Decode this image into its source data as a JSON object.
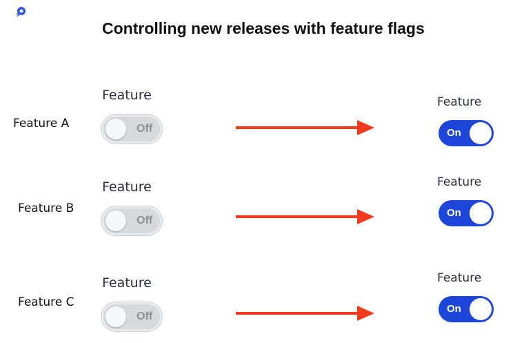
{
  "title": "Controlling new releases with feature flags",
  "logo_icon": "rocket-logo-icon",
  "colors": {
    "arrow": "#f23a1c",
    "on_toggle": "#1d46d8",
    "off_toggle": "#d7d9dc"
  },
  "rows": [
    {
      "label": "Feature A",
      "caption_before": "Feature",
      "toggle_before": "Off",
      "caption_after": "Feature",
      "toggle_after": "On"
    },
    {
      "label": "Feature B",
      "caption_before": "Feature",
      "toggle_before": "Off",
      "caption_after": "Feature",
      "toggle_after": "On"
    },
    {
      "label": "Feature C",
      "caption_before": "Feature",
      "toggle_before": "Off",
      "caption_after": "Feature",
      "toggle_after": "On"
    }
  ]
}
